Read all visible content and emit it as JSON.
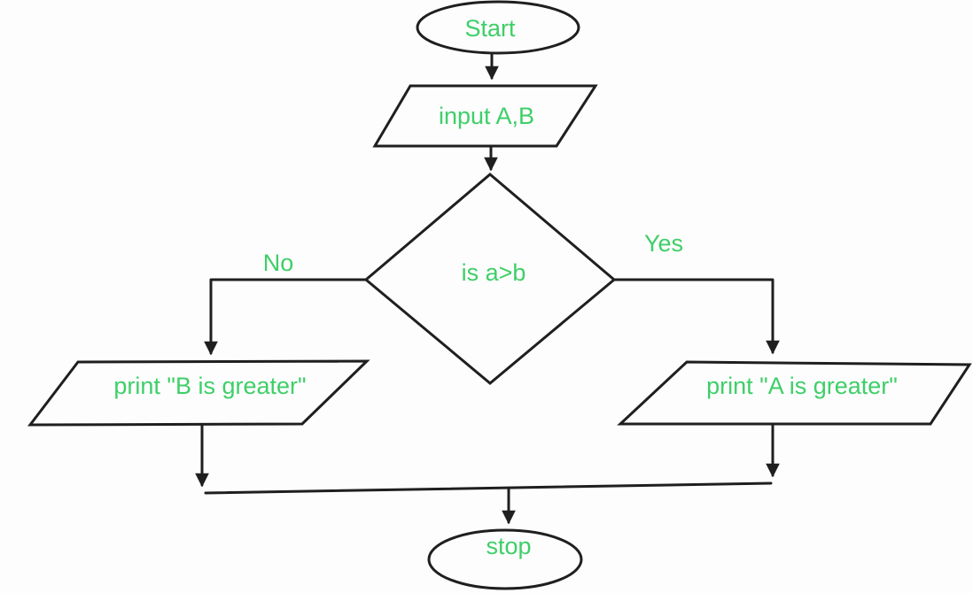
{
  "diagram": {
    "type": "flowchart",
    "colors": {
      "text": "#3ecf68",
      "line": "#1f1f1f",
      "background": "#fdfdfd"
    },
    "nodes": {
      "start": {
        "label": "Start",
        "shape": "terminator"
      },
      "input": {
        "label": "input A,B",
        "shape": "input-output"
      },
      "decision": {
        "label": "is a>b",
        "shape": "decision"
      },
      "print_b": {
        "label": "print \"B is greater\"",
        "shape": "input-output"
      },
      "print_a": {
        "label": "print \"A is greater\"",
        "shape": "input-output"
      },
      "stop": {
        "label": "stop",
        "shape": "terminator"
      }
    },
    "branches": {
      "no": "No",
      "yes": "Yes"
    },
    "edges": [
      {
        "from": "start",
        "to": "input",
        "label": ""
      },
      {
        "from": "input",
        "to": "decision",
        "label": ""
      },
      {
        "from": "decision",
        "to": "print_b",
        "label": "No"
      },
      {
        "from": "decision",
        "to": "print_a",
        "label": "Yes"
      },
      {
        "from": "print_b",
        "to": "stop",
        "label": ""
      },
      {
        "from": "print_a",
        "to": "stop",
        "label": ""
      }
    ]
  }
}
